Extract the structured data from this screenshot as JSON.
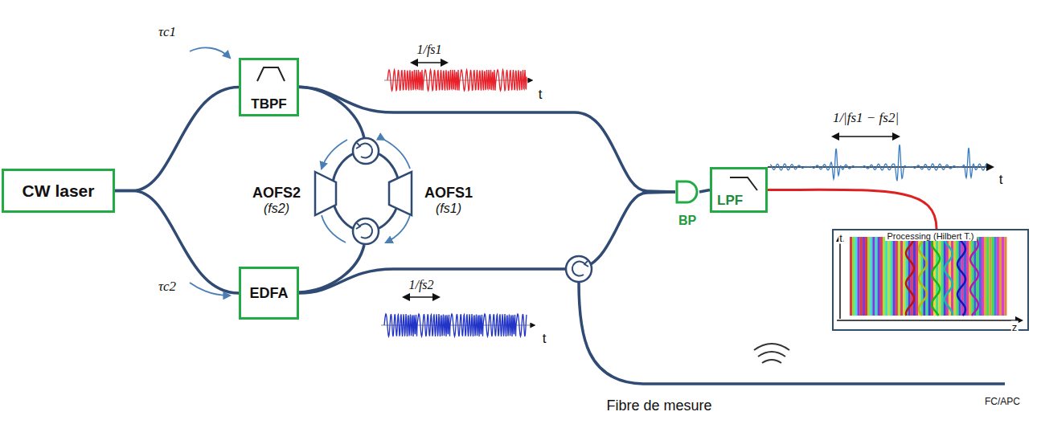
{
  "diagram": {
    "nodes": [
      {
        "text": [
          "CW laser"
        ]
      },
      {
        "text": [
          "TBPF"
        ]
      },
      {
        "text": [
          "EDFA"
        ]
      },
      {
        "text": [
          "AOFS2",
          "(fs2)"
        ]
      },
      {
        "text": [
          "AOFS1",
          "(fs1)"
        ]
      },
      {
        "text": [
          "BP"
        ]
      },
      {
        "text": [
          "LPF"
        ]
      },
      {
        "text": [
          "Processing (Hilbert T.)"
        ]
      }
    ],
    "edges": [
      {
        "from": 0,
        "to": 1,
        "arrow": "none"
      },
      {
        "from": 0,
        "to": 2,
        "arrow": "none"
      },
      {
        "from": 1,
        "to": 5,
        "arrow": "none"
      },
      {
        "from": 2,
        "to": 5,
        "arrow": "none"
      },
      {
        "from": 5,
        "to": 6,
        "arrow": "none"
      },
      {
        "from": 6,
        "to": 7,
        "arrow": "none"
      }
    ],
    "labels": [
      "τc1",
      "τc2",
      "1/fs1",
      "t",
      "1/fs2",
      "t",
      "1/|fs1 − fs2|",
      "t",
      "t",
      "z",
      "Fibre de mesure",
      "FC/APC"
    ]
  }
}
